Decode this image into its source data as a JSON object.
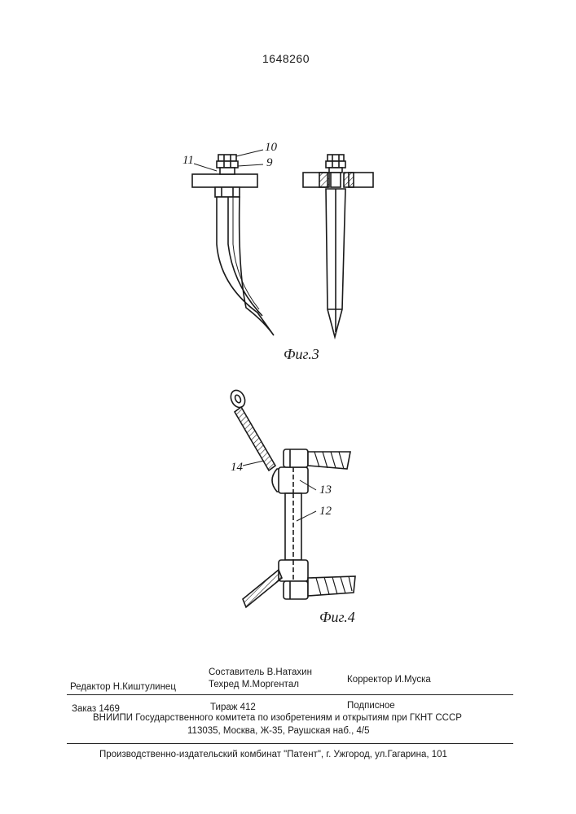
{
  "patent_number": "1648260",
  "figure3": {
    "caption": "Фиг.3",
    "labels": {
      "nut": "10",
      "washer": "9",
      "bolt": "11"
    }
  },
  "figure4": {
    "caption": "Фиг.4",
    "labels": {
      "arm": "14",
      "sleeve": "13",
      "rod": "12"
    }
  },
  "footer": {
    "editor": "Редактор  Н.Киштулинец",
    "compiler": "Составитель  В.Натахин",
    "techred": "Техред М.Моргентал",
    "corrector": "Корректор И.Муска",
    "order": "Заказ  1469",
    "circulation": "Тираж 412",
    "subscription": "Подписное",
    "institute": "ВНИИПИ Государственного комитета по изобретениям и открытиям при ГКНТ СССР",
    "address": "113035, Москва, Ж-35, Раушская наб., 4/5",
    "printer": "Производственно-издательский комбинат \"Патент\", г. Ужгород, ул.Гагарина, 101"
  }
}
